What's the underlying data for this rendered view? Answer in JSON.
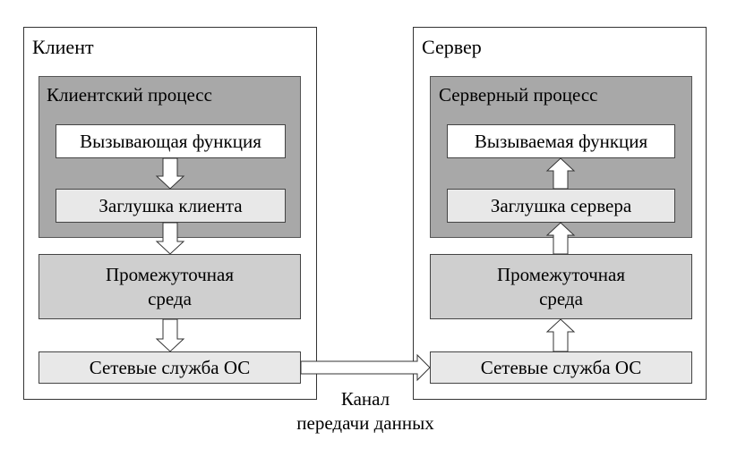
{
  "client": {
    "title": "Клиент",
    "process_title": "Клиентский процесс",
    "calling_function": "Вызывающая функция",
    "stub": "Заглушка клиента",
    "middleware_line1": "Промежуточная",
    "middleware_line2": "среда",
    "os_network": "Сетевые служба ОС"
  },
  "server": {
    "title": "Сервер",
    "process_title": "Серверный процесс",
    "called_function": "Вызываемая функция",
    "stub": "Заглушка сервера",
    "middleware_line1": "Промежуточная",
    "middleware_line2": "среда",
    "os_network": "Сетевые служба ОС"
  },
  "channel": {
    "line1": "Канал",
    "line2": "передачи данных"
  }
}
